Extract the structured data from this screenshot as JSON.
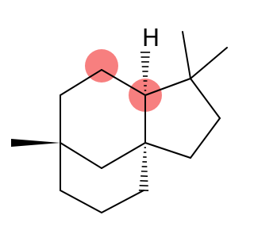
{
  "molecule": {
    "atom_labels": {
      "hydrogen": "H"
    },
    "highlight_color": "#f77f7f",
    "bond_color": "#000000",
    "background_color": "#ffffff",
    "stereo_bonds": {
      "wedge": "methyl-wedge",
      "hashed": [
        "hydrogen-hashed",
        "bridgehead-hashed"
      ]
    }
  }
}
